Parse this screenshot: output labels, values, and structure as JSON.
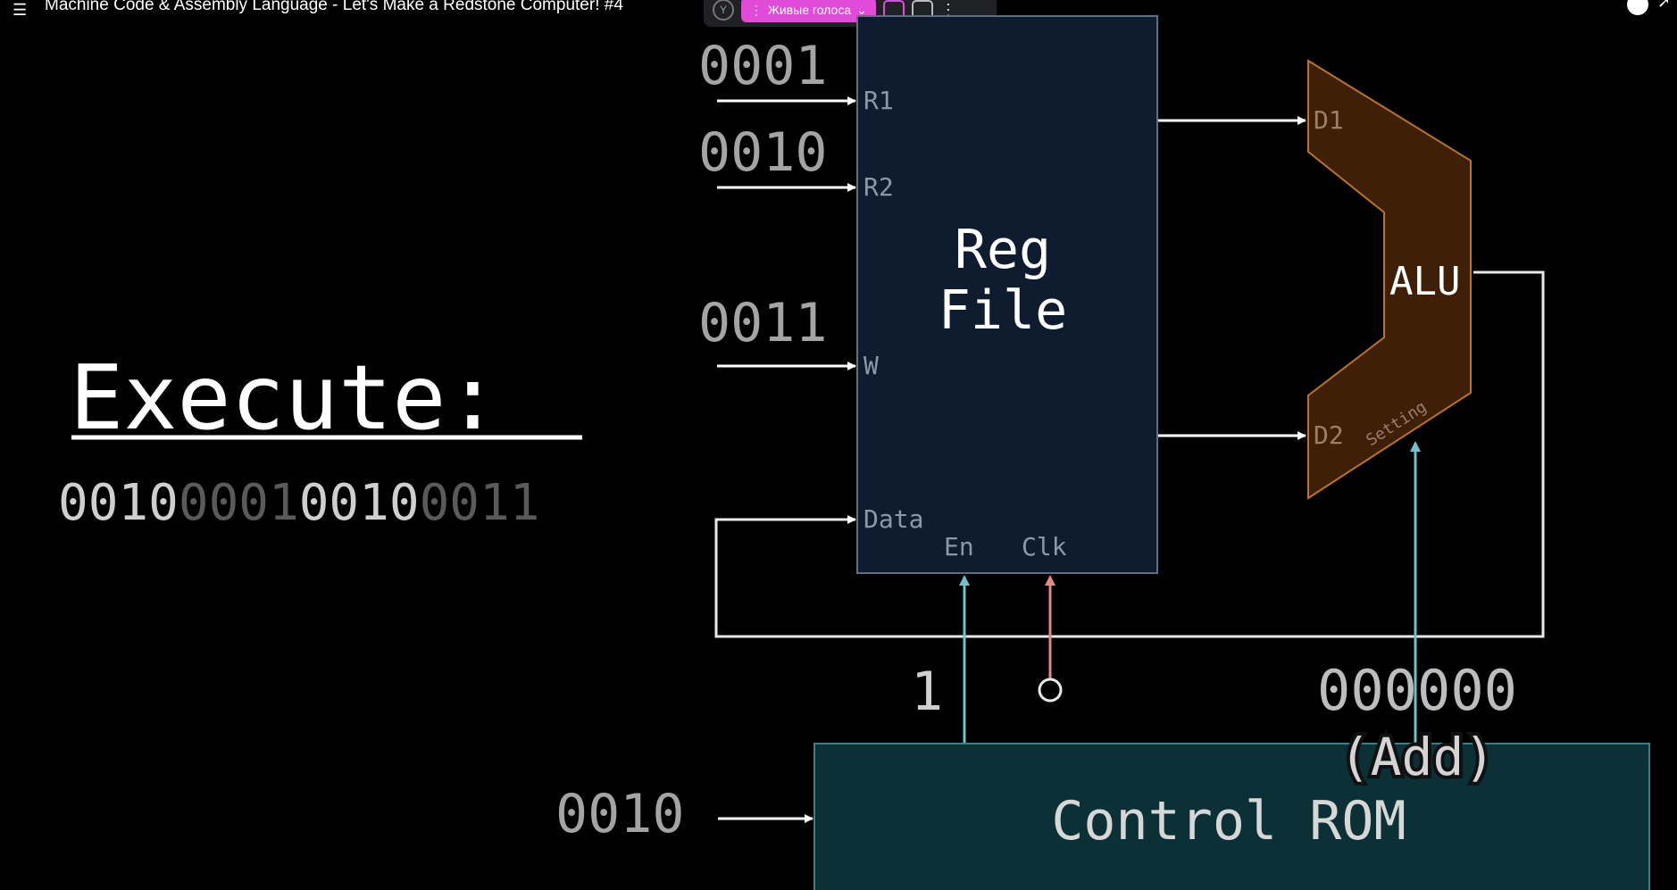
{
  "header": {
    "title": "Machine Code & Assembly Language - Let's Make a Redstone Computer! #4",
    "live_voices_label": "Живые голоса"
  },
  "slide": {
    "execute_label": "Execute:",
    "instruction_bits": [
      "0010",
      "0001",
      "0010",
      "0011"
    ],
    "r1_bits": "0001",
    "r2_bits": "0010",
    "w_bits": "0011",
    "regfile_title_line1": "Reg",
    "regfile_title_line2": "File",
    "port_r1": "R1",
    "port_r2": "R2",
    "port_w": "W",
    "port_data": "Data",
    "port_en": "En",
    "port_clk": "Clk",
    "alu_label": "ALU",
    "alu_d1": "D1",
    "alu_d2": "D2",
    "alu_setting": "Setting",
    "enable_value": "1",
    "alu_setting_bits": "000000",
    "alu_setting_op": "(Add)",
    "rom_input_bits": "0010",
    "control_rom_label": "Control ROM"
  },
  "colors": {
    "regfile_fill": "#0f1c30",
    "alu_fill": "#3f1f06",
    "alu_stroke": "#b8742c",
    "rom_fill": "#0b3136",
    "enable_wire": "#6fc2c9",
    "clock_wire": "#e08a84"
  }
}
